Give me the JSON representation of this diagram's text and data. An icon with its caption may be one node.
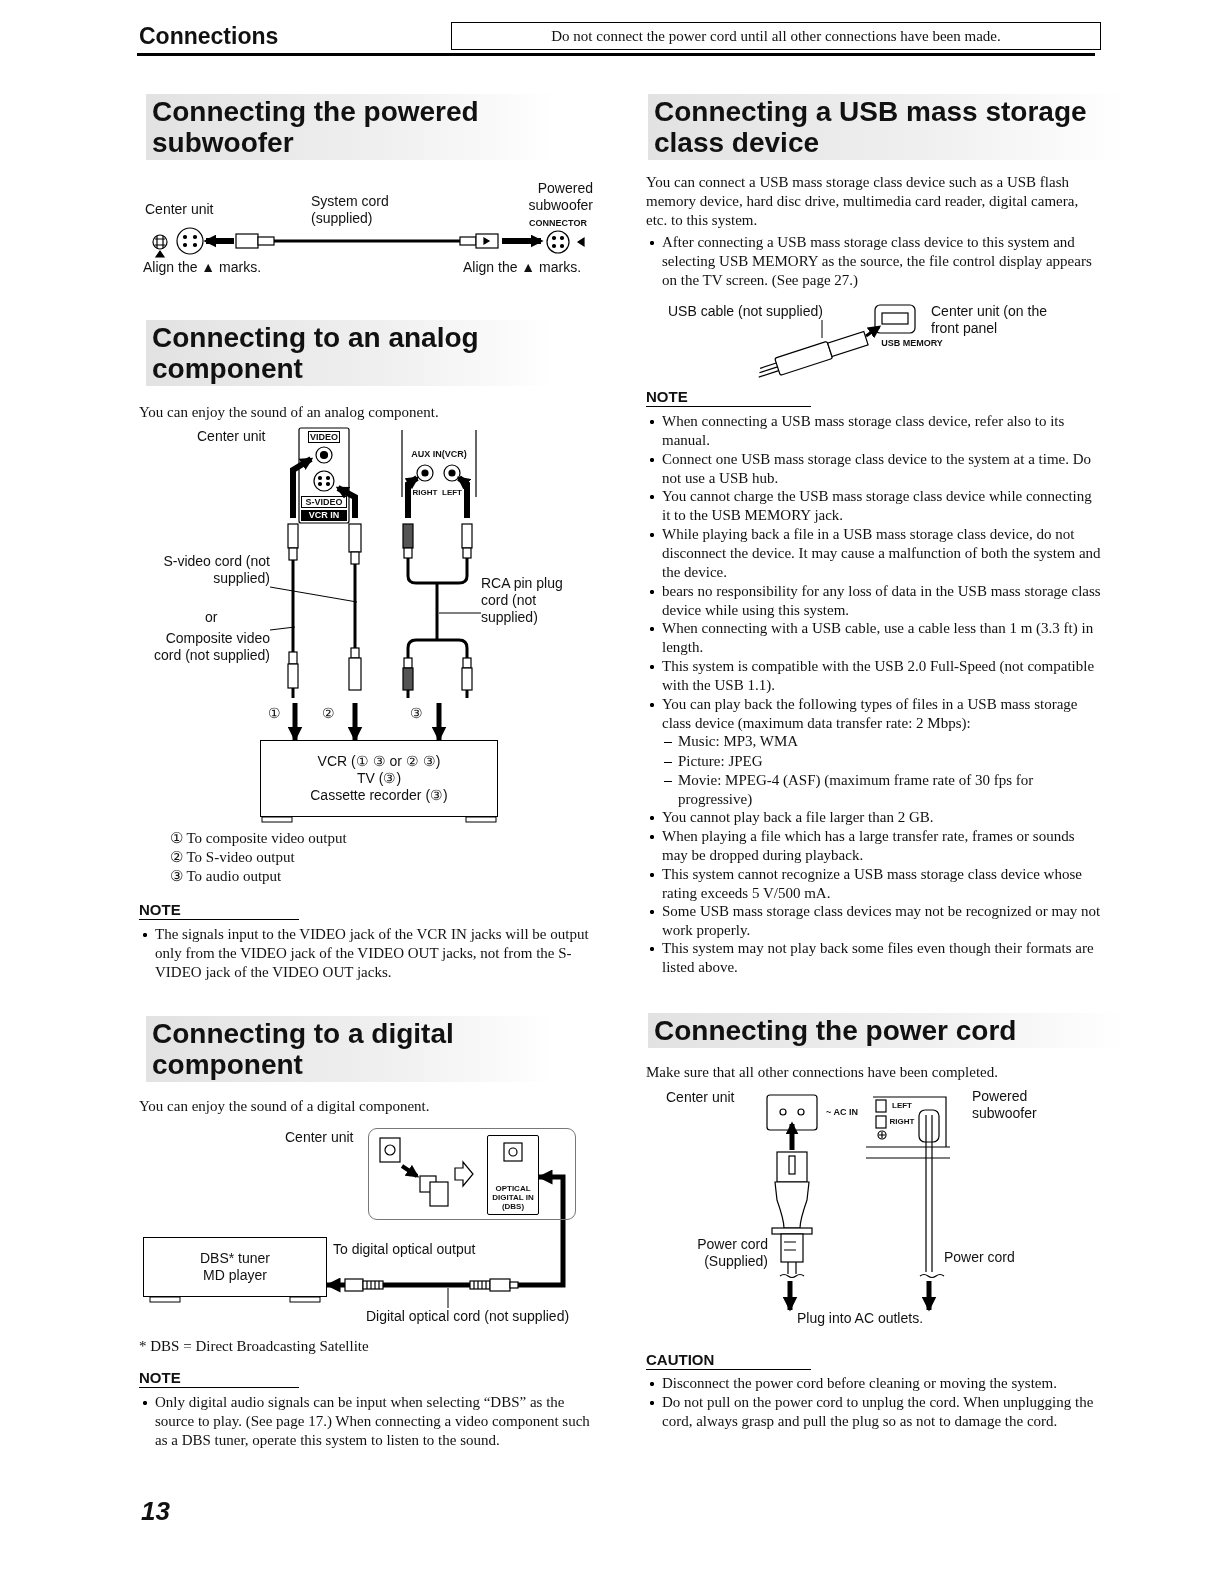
{
  "diagram": {
    "title": "Connections",
    "nodes": [
      {
        "text": [
          "Do not connect the power cord until all other connections have been made."
        ]
      },
      {
        "text": [
          "S-video cord (not supplied)"
        ]
      },
      {
        "text": [
          "Composite video cord (not supplied)"
        ]
      },
      {
        "text": [
          "RCA pin plug cord (not supplied)"
        ]
      },
      {
        "text": [
          "VCR (① ③ or ② ③)",
          "TV (③)",
          "Cassette recorder (③)"
        ]
      },
      {
        "text": [
          "Center unit"
        ]
      },
      {
        "text": [
          "OPTICAL DIGITAL IN (DBS)"
        ],
        "in": 5
      },
      {
        "text": [
          "DBS* tuner",
          "MD player"
        ]
      },
      {
        "text": [
          "Digital optical cord (not supplied)"
        ]
      },
      {
        "text": [
          "USB cable (not supplied)"
        ]
      },
      {
        "text": [
          "Plug into AC outlets."
        ]
      }
    ],
    "edges": [
      {
        "from": 1,
        "to": null,
        "arrow": "none"
      },
      {
        "from": 2,
        "to": null,
        "arrow": "none"
      },
      {
        "from": 3,
        "to": null,
        "arrow": "none"
      },
      {
        "from": null,
        "to": 4,
        "arrow": "to"
      },
      {
        "from": null,
        "to": 4,
        "arrow": "to"
      },
      {
        "from": null,
        "to": 4,
        "arrow": "to"
      },
      {
        "from": 6,
        "to": 7,
        "arrow": "both"
      },
      {
        "from": 8,
        "to": null,
        "arrow": "none"
      },
      {
        "from": 9,
        "to": null,
        "arrow": "none"
      },
      {
        "from": null,
        "to": 10,
        "arrow": "to"
      },
      {
        "from": null,
        "to": 10,
        "arrow": "to"
      }
    ],
    "labels": [
      "Connecting the powered subwoofer",
      "Center unit",
      "System cord (supplied)",
      "Powered subwoofer",
      "CONNECTOR",
      "Align the ▲ marks.",
      "Align the ▲ marks.",
      "Connecting to an analog component",
      "You can enjoy the sound of an analog component.",
      "Center unit",
      "VIDEO",
      "S-VIDEO",
      "VCR IN",
      "AUX IN(VCR)",
      "RIGHT",
      "LEFT",
      "or",
      "①",
      "②",
      "③",
      "① To composite video output",
      "② To S-video output",
      "③ To audio output",
      "NOTE",
      "The signals input to the VIDEO jack of the VCR IN jacks will be output only from the VIDEO jack of the VIDEO OUT jacks, not from the S-VIDEO jack of the VIDEO OUT jacks.",
      "Connecting to a digital component",
      "You can enjoy the sound of a digital component.",
      "To digital optical output",
      "* DBS = Direct Broadcasting Satellite",
      "NOTE",
      "Only digital audio signals can be input when selecting “DBS” as the source to play. (See page 17.) When connecting a video component such as a DBS tuner, operate this system to listen to the sound.",
      "13",
      "Connecting a USB mass storage class device",
      "You can connect a USB mass storage class device such as a USB flash memory device, hard disc drive, multimedia card reader, digital camera, etc. to this system.",
      "After connecting a USB mass storage class device to this system and selecting USB MEMORY as the source, the file control display appears on the TV screen. (See page 27.)",
      "Center unit (on the front panel",
      "USB MEMORY",
      "NOTE",
      "When connecting a USB mass storage class device, refer also to its manual.",
      "Connect one USB mass storage class device to the system at a time. Do not use a USB hub.",
      "You cannot charge the USB mass storage class device while connecting it to the USB MEMORY jack.",
      "While playing back a file in a USB mass storage class device, do not disconnect the device. It may cause a malfunction of both the system and the device.",
      "bears no responsibility for any loss of data in the USB mass storage class device while using this system.",
      "When connecting with a USB cable, use a cable less than 1 m (3.3 ft) in length.",
      "This system is compatible with the USB 2.0 Full-Speed (not compatible with the USB 1.1).",
      "You can play back the following types of files in a USB mass storage class device (maximum data transfer rate: 2 Mbps):",
      "Music: MP3, WMA",
      "Picture: JPEG",
      "Movie: MPEG-4 (ASF) (maximum frame rate of 30 fps for progressive)",
      "You cannot play back a file larger than 2 GB.",
      "When playing a file which has a large transfer rate, frames or sounds may be dropped during playback.",
      "This system cannot recognize a USB mass storage class device whose rating exceeds 5 V/500 mA.",
      "Some USB mass storage class devices may not be recognized or may not work properly.",
      "This system may not play back some files even though their formats are listed above.",
      "Connecting the power cord",
      "Make sure that all other connections have been completed.",
      "Center unit",
      "~ AC IN",
      "LEFT",
      "RIGHT",
      "Powered subwoofer",
      "Power cord (Supplied)",
      "Power cord",
      "CAUTION",
      "Disconnect the power cord before cleaning or moving the system.",
      "Do not pull on the power cord to unplug the cord. When unplugging the cord, always grasp and pull the plug so as not to damage the cord."
    ]
  }
}
